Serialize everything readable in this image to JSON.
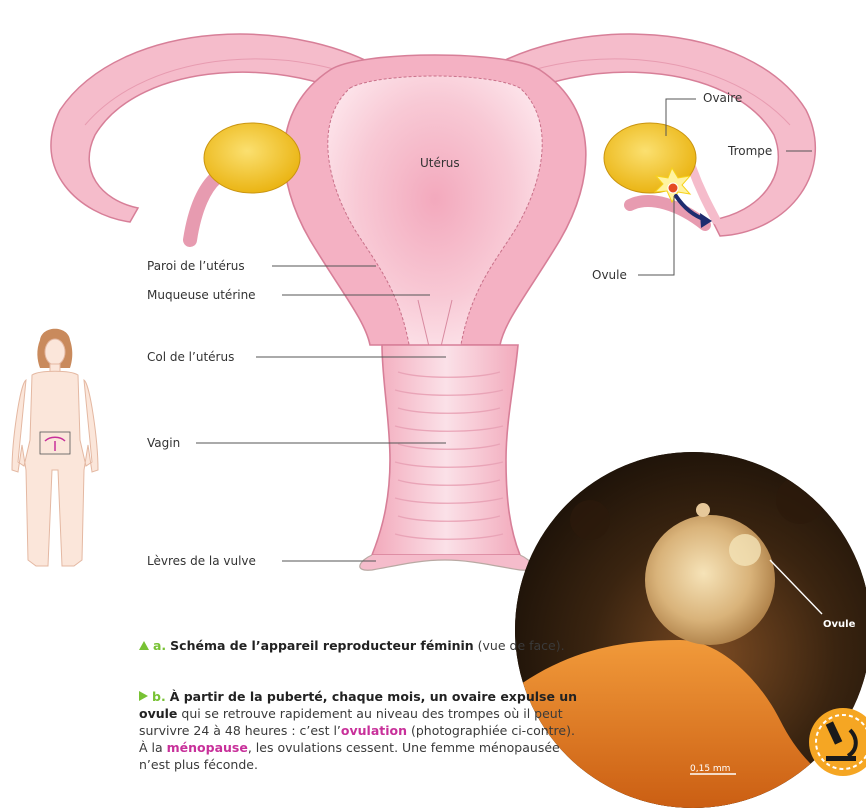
{
  "labels": {
    "uterus": "Utérus",
    "ovaire": "Ovaire",
    "trompe": "Trompe",
    "ovule": "Ovule",
    "paroi": "Paroi de l’utérus",
    "muqueuse": "Muqueuse utérine",
    "col": "Col de l’utérus",
    "vagin": "Vagin",
    "levres": "Lèvres de la vulve",
    "photo_ovule": "Ovule",
    "scale": "0,15 mm"
  },
  "caption_a": {
    "marker": "a.",
    "bold": "Schéma de l’appareil reproducteur féminin",
    "rest": " (vue de face)."
  },
  "caption_b": {
    "marker": "b.",
    "bold": "À partir de la puberté, chaque mois, un ovaire expulse un ovule",
    "text1": " qui se retrouve rapidement au niveau des trompes où il peut survivre 24 à 48 heures : c’est l’",
    "hl1": "ovulation",
    "text2": " (photographiée ci-contre). À la ",
    "hl2": "ménopause",
    "text3": ", les ovulations cessent. Une femme ménopausée n’est plus féconde."
  },
  "colors": {
    "tissue": "#f3b6c6",
    "tissue_light": "#fbe1e8",
    "outline": "#d77f98",
    "ovary": "#f2c21c",
    "accent": "#c8309a",
    "marker": "#78c234"
  }
}
